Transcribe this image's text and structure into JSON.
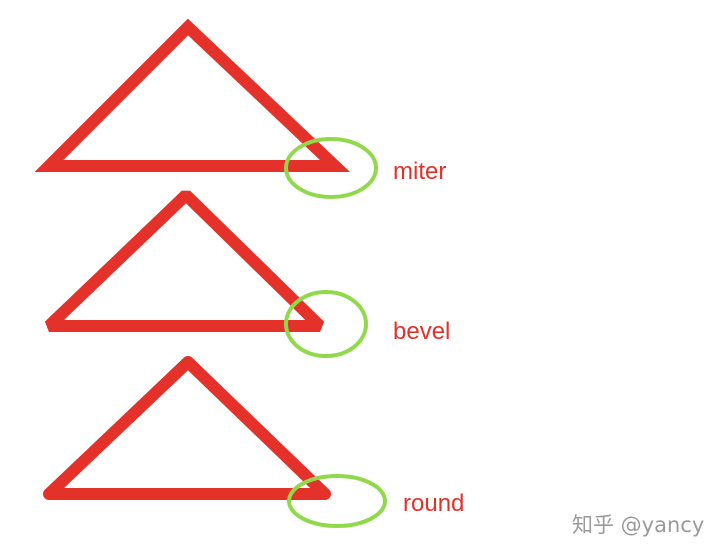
{
  "colors": {
    "stroke": "#e4322b",
    "highlight": "#8fd94a",
    "label": "#e4322b",
    "watermark": "#9a9a9a",
    "background": "#ffffff"
  },
  "diagrams": [
    {
      "label": "miter",
      "linejoin": "miter"
    },
    {
      "label": "bevel",
      "linejoin": "bevel"
    },
    {
      "label": "round",
      "linejoin": "round"
    }
  ],
  "watermark": {
    "text": "知乎 @yancy"
  }
}
